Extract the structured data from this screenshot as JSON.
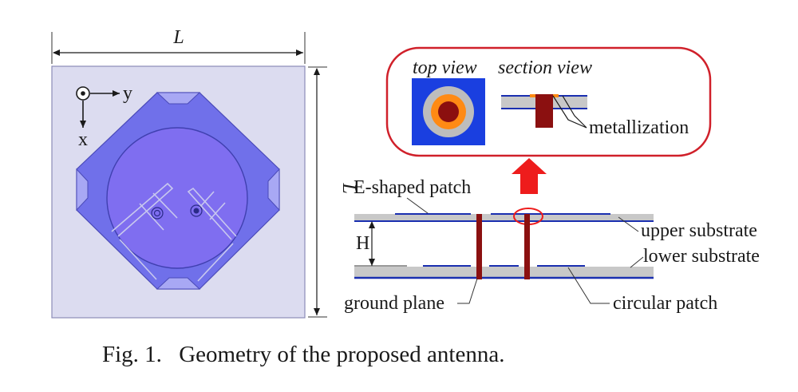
{
  "caption": {
    "prefix": "Fig. 1.",
    "text": "Geometry of the proposed antenna."
  },
  "top_view": {
    "dimension_L": "L",
    "dimension_L_side": "L",
    "axis_y": "y",
    "axis_x": "x"
  },
  "inset": {
    "top_view_label": "top view",
    "section_view_label": "section view",
    "metallization_label": "metallization",
    "frame_color": "#d0202a"
  },
  "side_view": {
    "e_shaped_patch": "E-shaped patch",
    "upper_substrate": "upper substrate",
    "lower_substrate": "lower substrate",
    "height_label": "H",
    "ground_plane": "ground plane",
    "circular_patch": "circular patch"
  },
  "colors": {
    "substrate_fill": "#dcdcf0",
    "patch_blue": "#5a5ae8",
    "metal_line": "#1a2fb0",
    "probe": "#8b1010",
    "arrow_red": "#ee1c1c"
  }
}
